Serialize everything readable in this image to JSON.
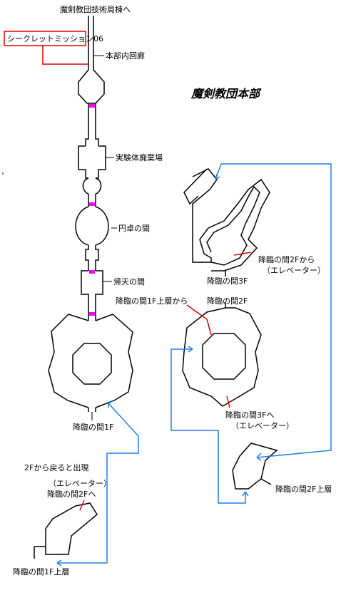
{
  "map": {
    "title": "魔剣教団本部",
    "labels": {
      "top_exit": "魔剣教団技術局棟へ",
      "secret_mission": "シークレットミッション06",
      "corridor": "本部内回廊",
      "disposal": "実験体廃棄場",
      "round_table": "円卓の間",
      "return_heaven": "帰天の間",
      "descent_1f": "降臨の間1F",
      "return_from_2f": "2Fから戻ると出現",
      "elevator_1": "（エレベーター）",
      "to_descent_2f": "降臨の間2Fへ",
      "descent_1f_upper": "降臨の間1F上層",
      "descent_3f": "降臨の間3F",
      "from_descent_2f": "降臨の間2Fから",
      "elevator_2": "（エレベーター）",
      "from_1f_upper": "降臨の間1F上層から",
      "descent_2f": "降臨の間2F",
      "to_descent_3f": "降臨の間3Fへ",
      "elevator_3": "（エレベーター）",
      "descent_2f_upper": "降臨の間2F上層"
    },
    "colors": {
      "walls": "#000000",
      "connections": "#1e7fe6",
      "markers": "#e00000",
      "doors": "#ff00ff"
    }
  }
}
